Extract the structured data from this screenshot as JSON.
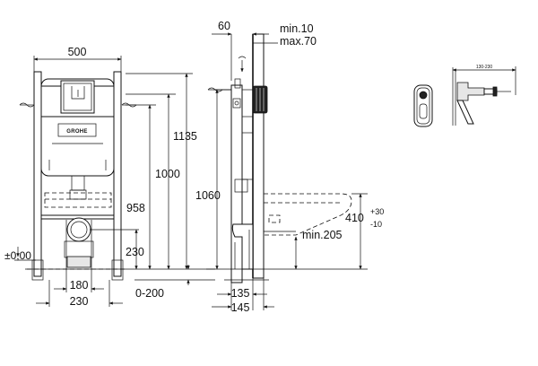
{
  "front_view": {
    "width_dim": "500",
    "height_1135": "1135",
    "height_1000": "1000",
    "height_958": "958",
    "height_230": "230",
    "zero_level": "±0,00",
    "bottom_180": "180",
    "bottom_230": "230",
    "floor_range": "0-200",
    "logo": "GROHE"
  },
  "side_view": {
    "top_60": "60",
    "min_10": "min.10",
    "max_70": "max.70",
    "height_1060": "1060",
    "height_410": "410",
    "tol_plus": "+30",
    "tol_minus": "-10",
    "min_205": "min.205",
    "bottom_135": "135",
    "bottom_145": "145"
  },
  "detail_view": {
    "range_label": "130-230"
  },
  "colors": {
    "line": "#111111",
    "background": "#ffffff"
  }
}
